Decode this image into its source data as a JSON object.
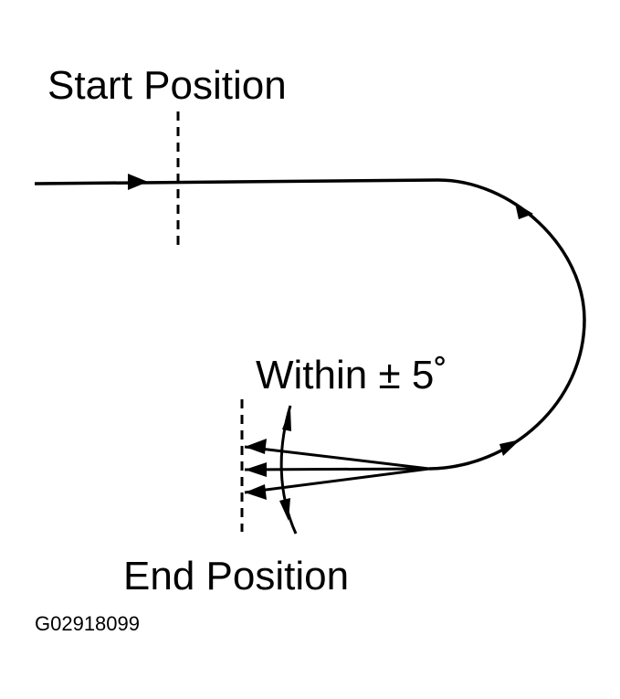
{
  "diagram": {
    "start_label": "Start Position",
    "tolerance_label": "Within ± 5˚",
    "end_label": "End Position",
    "figure_id": "G02918099",
    "line_color": "#000000",
    "background_color": "#ffffff"
  }
}
